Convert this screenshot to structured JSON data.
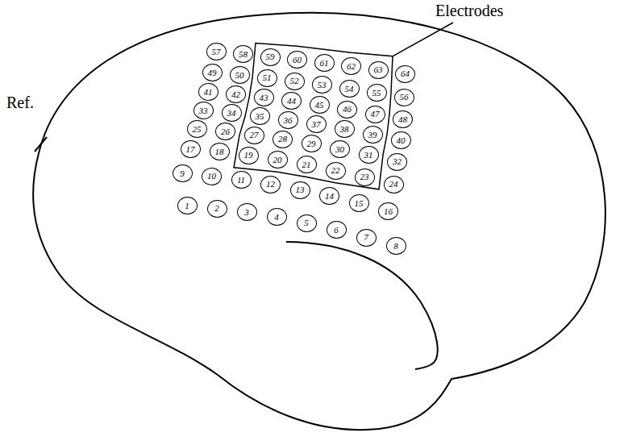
{
  "diagram": {
    "nodes": [
      {
        "text": [
          "57"
        ]
      },
      {
        "text": [
          "58"
        ]
      },
      {
        "text": [
          "59"
        ]
      },
      {
        "text": [
          "60"
        ]
      },
      {
        "text": [
          "61"
        ]
      },
      {
        "text": [
          "62"
        ]
      },
      {
        "text": [
          "63"
        ]
      },
      {
        "text": [
          "64"
        ]
      },
      {
        "text": [
          "49"
        ]
      },
      {
        "text": [
          "50"
        ]
      },
      {
        "text": [
          "51"
        ]
      },
      {
        "text": [
          "52"
        ]
      },
      {
        "text": [
          "53"
        ]
      },
      {
        "text": [
          "54"
        ]
      },
      {
        "text": [
          "55"
        ]
      },
      {
        "text": [
          "56"
        ]
      },
      {
        "text": [
          "41"
        ]
      },
      {
        "text": [
          "42"
        ]
      },
      {
        "text": [
          "43"
        ]
      },
      {
        "text": [
          "44"
        ]
      },
      {
        "text": [
          "45"
        ]
      },
      {
        "text": [
          "46"
        ]
      },
      {
        "text": [
          "47"
        ]
      },
      {
        "text": [
          "48"
        ]
      },
      {
        "text": [
          "33"
        ]
      },
      {
        "text": [
          "34"
        ]
      },
      {
        "text": [
          "35"
        ]
      },
      {
        "text": [
          "36"
        ]
      },
      {
        "text": [
          "37"
        ]
      },
      {
        "text": [
          "38"
        ]
      },
      {
        "text": [
          "39"
        ]
      },
      {
        "text": [
          "40"
        ]
      },
      {
        "text": [
          "25"
        ]
      },
      {
        "text": [
          "26"
        ]
      },
      {
        "text": [
          "27"
        ]
      },
      {
        "text": [
          "28"
        ]
      },
      {
        "text": [
          "29"
        ]
      },
      {
        "text": [
          "30"
        ]
      },
      {
        "text": [
          "31"
        ]
      },
      {
        "text": [
          "32"
        ]
      },
      {
        "text": [
          "17"
        ]
      },
      {
        "text": [
          "18"
        ]
      },
      {
        "text": [
          "19"
        ]
      },
      {
        "text": [
          "20"
        ]
      },
      {
        "text": [
          "21"
        ]
      },
      {
        "text": [
          "22"
        ]
      },
      {
        "text": [
          "23"
        ]
      },
      {
        "text": [
          "24"
        ]
      },
      {
        "text": [
          "9"
        ]
      },
      {
        "text": [
          "10"
        ]
      },
      {
        "text": [
          "11"
        ]
      },
      {
        "text": [
          "12"
        ]
      },
      {
        "text": [
          "13"
        ]
      },
      {
        "text": [
          "14"
        ]
      },
      {
        "text": [
          "15"
        ]
      },
      {
        "text": [
          "16"
        ]
      },
      {
        "text": [
          "1"
        ]
      },
      {
        "text": [
          "2"
        ]
      },
      {
        "text": [
          "3"
        ]
      },
      {
        "text": [
          "4"
        ]
      },
      {
        "text": [
          "5"
        ]
      },
      {
        "text": [
          "6"
        ]
      },
      {
        "text": [
          "7"
        ]
      },
      {
        "text": [
          "8"
        ]
      }
    ],
    "labels": [
      "Electrodes",
      "Ref."
    ]
  }
}
